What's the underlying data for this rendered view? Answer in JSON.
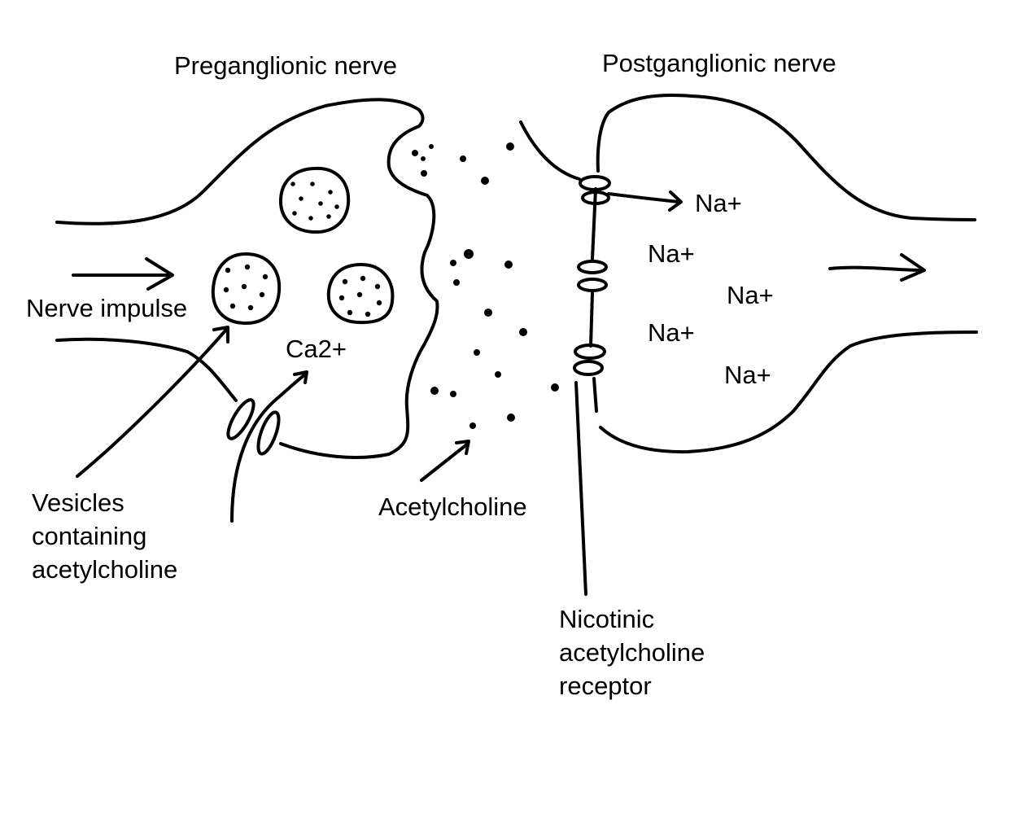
{
  "labels": {
    "preganglionic": "Preganglionic nerve",
    "postganglionic": "Postganglionic nerve",
    "nerve_impulse": "Nerve impulse",
    "calcium": "Ca2+",
    "vesicles": [
      "Vesicles",
      "containing",
      "acetylcholine"
    ],
    "acetylcholine": "Acetylcholine",
    "receptor": [
      "Nicotinic",
      "acetylcholine",
      "receptor"
    ],
    "sodium": [
      "Na+",
      "Na+",
      "Na+",
      "Na+",
      "Na+"
    ]
  },
  "colors": {
    "ink": "#000000",
    "background": "#ffffff"
  }
}
